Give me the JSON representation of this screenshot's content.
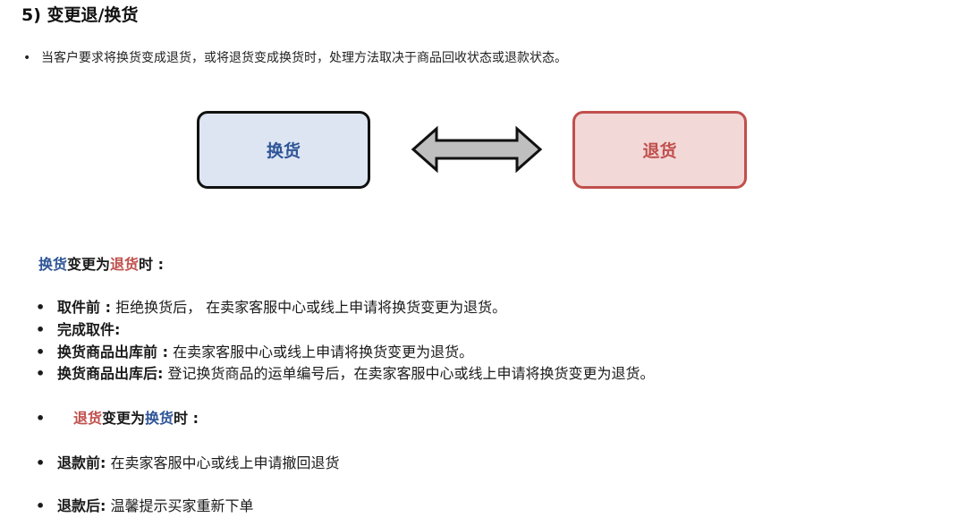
{
  "title": "5) 变更退/换货",
  "intro": {
    "bullet": "•",
    "text": "当客户要求将换货变成退货，或将退货变成换货时，处理方法取决于商品回收状态或退款状态。"
  },
  "diagram": {
    "left_box": "换货",
    "right_box": "退货"
  },
  "section1": {
    "heading_a": "换货",
    "heading_b": "变更为",
    "heading_c": "退货",
    "heading_d": "时 :",
    "items": [
      {
        "label": "取件前 :",
        "text": " 拒绝换货后， 在卖家客服中心或线上申请将换货变更为退货。"
      },
      {
        "label": "完成取件:",
        "text": ""
      },
      {
        "label": "换货商品出库前 :",
        "text": " 在卖家客服中心或线上申请将换货变更为退货。"
      },
      {
        "label": "换货商品出库后:",
        "text": " 登记换货商品的运单编号后，在卖家客服中心或线上申请将换货变更为退货。"
      }
    ]
  },
  "section2": {
    "heading_a": "退货",
    "heading_b": "变更为",
    "heading_c": "换货",
    "heading_d": "时 :",
    "items": [
      {
        "label": "退款前:",
        "text": " 在卖家客服中心或线上申请撤回退货"
      },
      {
        "label": "退款后:",
        "text": " 温馨提示买家重新下单"
      }
    ]
  },
  "bullet_char": "•",
  "colors": {
    "exchange_blue": "#2f5597",
    "return_red": "#c0504d",
    "exchange_fill": "#dde5f2",
    "return_fill": "#f2d9d8",
    "arrow_fill": "#bfbfbf"
  }
}
